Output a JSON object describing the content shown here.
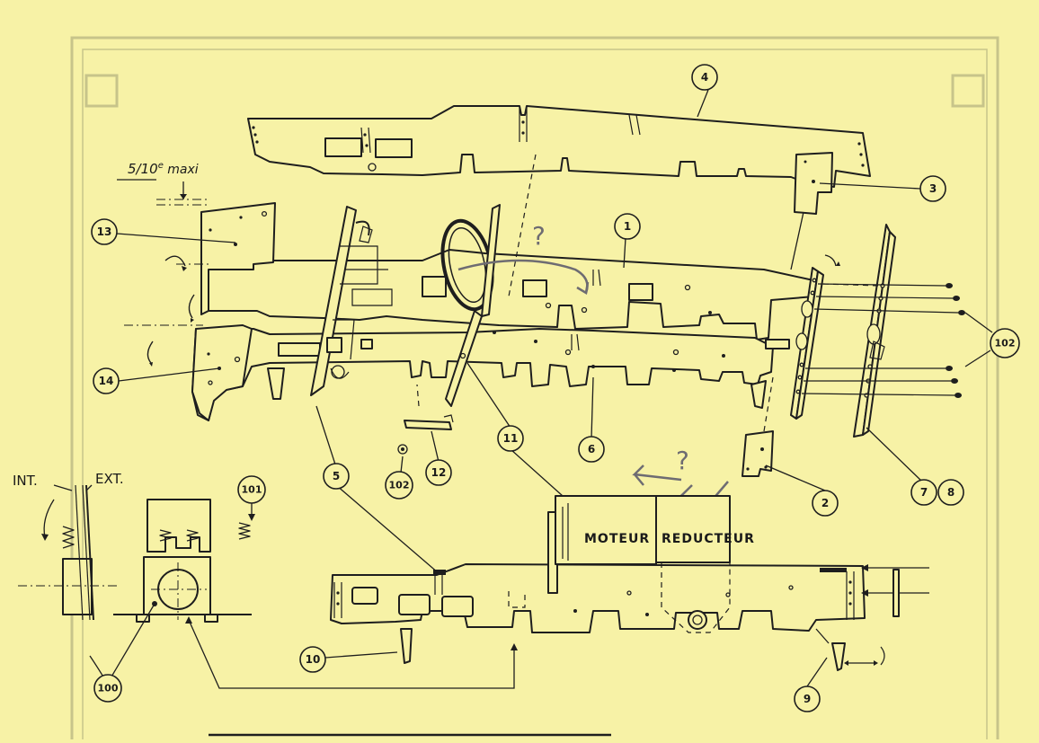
{
  "annotations": {
    "clearance": "5/10",
    "clearance_sup": "e",
    "clearance_suffix": " maxi",
    "question_1": "?",
    "question_2": "?",
    "int": "INT.",
    "ext": "EXT.",
    "motor": "MOTEUR",
    "gearbox": "REDUCTEUR"
  },
  "callouts": [
    {
      "id": "c1",
      "label": "1"
    },
    {
      "id": "c2",
      "label": "2"
    },
    {
      "id": "c3",
      "label": "3"
    },
    {
      "id": "c4",
      "label": "4"
    },
    {
      "id": "c5",
      "label": "5"
    },
    {
      "id": "c6",
      "label": "6"
    },
    {
      "id": "c7",
      "label": "7"
    },
    {
      "id": "c8",
      "label": "8"
    },
    {
      "id": "c9",
      "label": "9"
    },
    {
      "id": "c10",
      "label": "10"
    },
    {
      "id": "c11",
      "label": "11"
    },
    {
      "id": "c12",
      "label": "12"
    },
    {
      "id": "c13",
      "label": "13"
    },
    {
      "id": "c14",
      "label": "14"
    },
    {
      "id": "c100",
      "label": "100"
    },
    {
      "id": "c101",
      "label": "101"
    },
    {
      "id": "c102a",
      "label": "102"
    },
    {
      "id": "c102b",
      "label": "102"
    }
  ],
  "colors": {
    "paper": "#f7f2a6",
    "ink": "#1e1e1e",
    "pencil": "#6e6c72"
  }
}
